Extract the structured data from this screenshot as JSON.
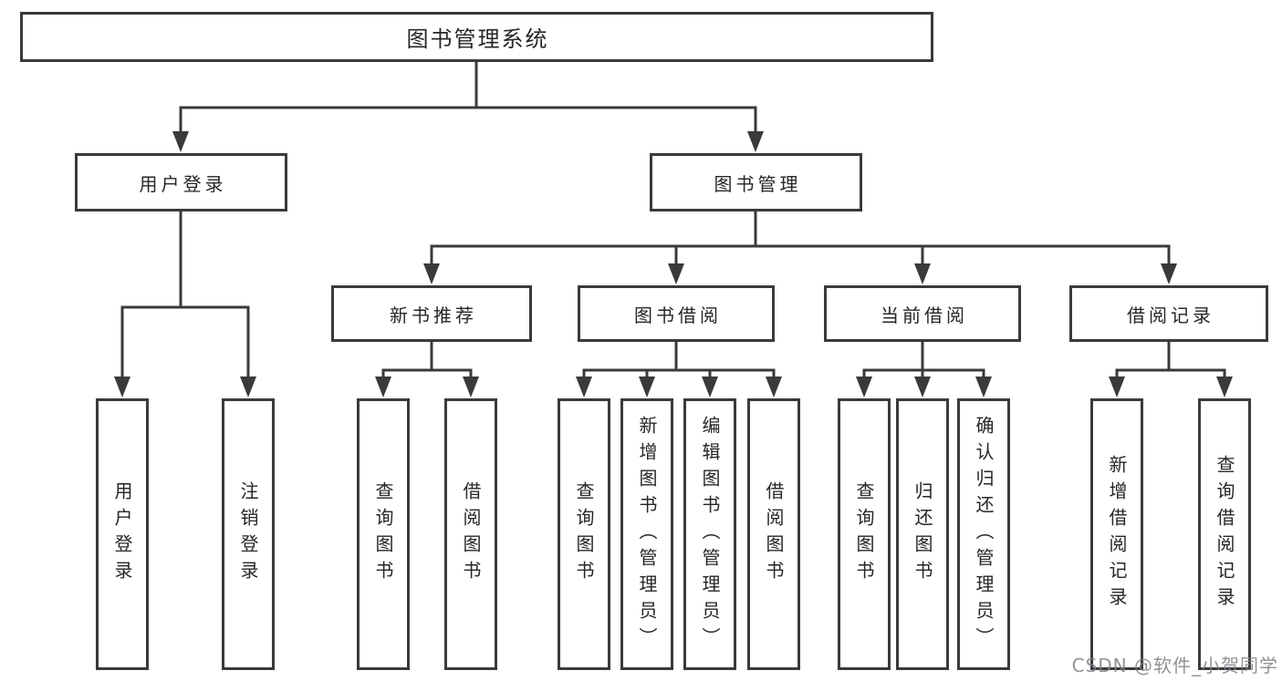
{
  "colors": {
    "line": "#3a3a3a",
    "box_border": "#3a3a3a",
    "text": "#262626",
    "background": "#ffffff",
    "watermark": "#7d8086"
  },
  "watermark": "CSDN @软件_小贺同学",
  "tree": {
    "root": "图书管理系统",
    "level2": {
      "user_login": "用户登录",
      "book_management": "图书管理"
    },
    "user_login_children": [
      "用户登录",
      "注销登录"
    ],
    "book_management_children": [
      "新书推荐",
      "图书借阅",
      "当前借阅",
      "借阅记录"
    ],
    "new_book_children": [
      "查询图书",
      "借阅图书"
    ],
    "book_borrow_children": [
      "查询图书",
      "新增图书（管理员）",
      "编辑图书（管理员）",
      "借阅图书"
    ],
    "current_borrow_children": [
      "查询图书",
      "归还图书",
      "确认归还（管理员）"
    ],
    "record_children": [
      "新增借阅记录",
      "查询借阅记录"
    ]
  }
}
